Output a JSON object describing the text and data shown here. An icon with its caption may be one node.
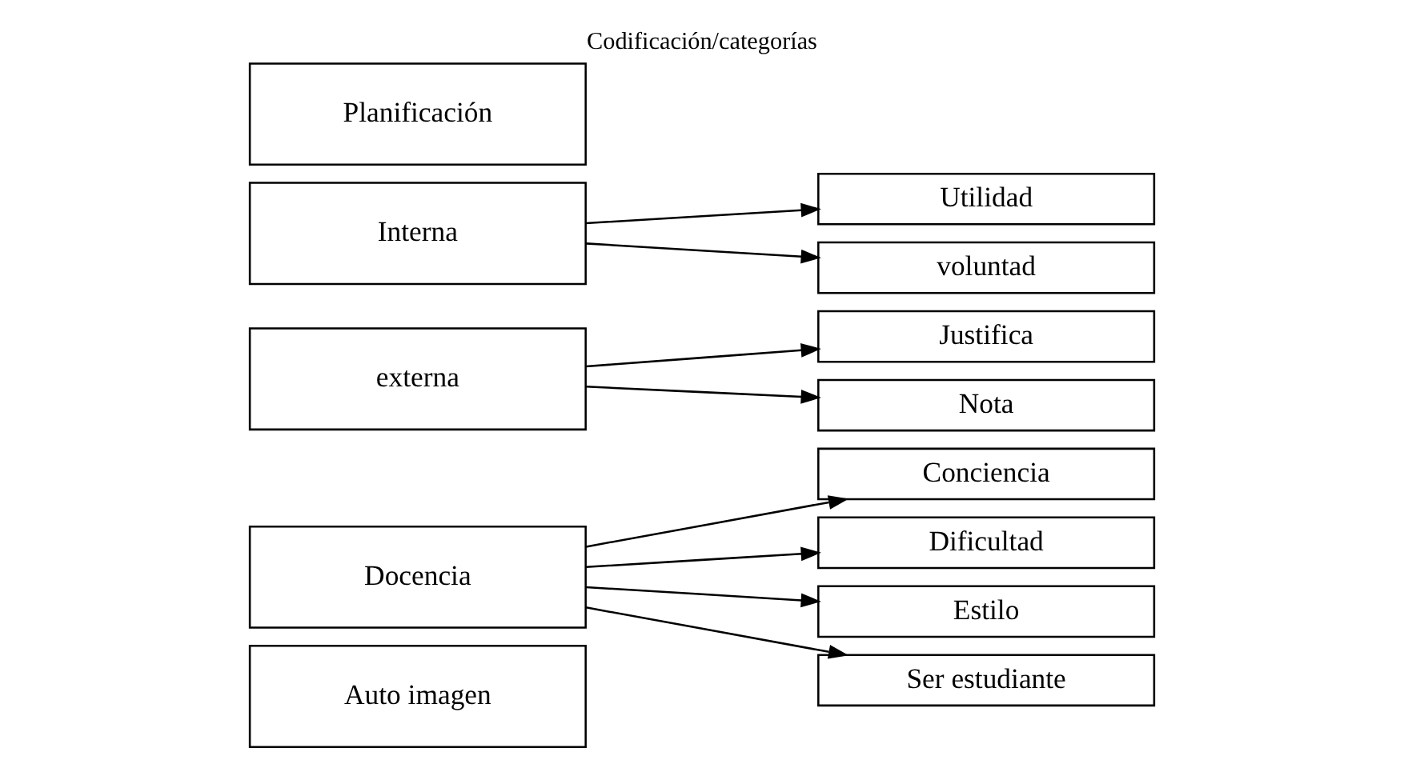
{
  "diagram": {
    "title": "Codificación/categorías",
    "nodes": [
      {
        "text": [
          "Auto imagen"
        ]
      },
      {
        "text": [
          "Docencia"
        ]
      },
      {
        "text": [
          "externa"
        ]
      },
      {
        "text": [
          "Interna"
        ]
      },
      {
        "text": [
          "Planificación"
        ]
      },
      {
        "text": [
          "Conciencia"
        ]
      },
      {
        "text": [
          "Dificultad"
        ]
      },
      {
        "text": [
          "Estilo"
        ]
      },
      {
        "text": [
          "Ser estudiante"
        ]
      },
      {
        "text": [
          "Justifica"
        ]
      },
      {
        "text": [
          "Nota"
        ]
      },
      {
        "text": [
          "Utilidad"
        ]
      },
      {
        "text": [
          "voluntad"
        ]
      }
    ],
    "edges": [
      {
        "from": 1,
        "to": 5,
        "arrow": "to"
      },
      {
        "from": 1,
        "to": 6,
        "arrow": "to"
      },
      {
        "from": 1,
        "to": 7,
        "arrow": "to"
      },
      {
        "from": 1,
        "to": 8,
        "arrow": "to"
      },
      {
        "from": 2,
        "to": 9,
        "arrow": "to"
      },
      {
        "from": 2,
        "to": 10,
        "arrow": "to"
      },
      {
        "from": 3,
        "to": 11,
        "arrow": "to"
      },
      {
        "from": 3,
        "to": 12,
        "arrow": "to"
      }
    ]
  }
}
